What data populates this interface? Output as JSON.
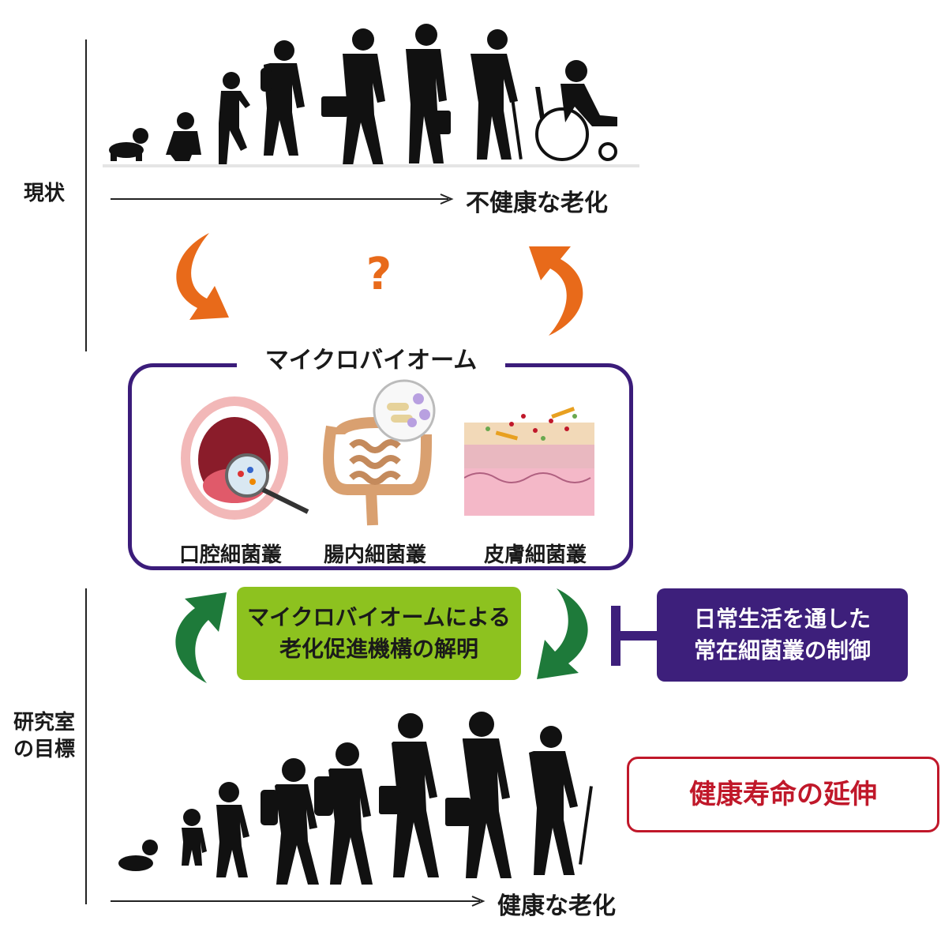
{
  "labels": {
    "current_state": "現状",
    "lab_goal": "研究室\nの目標",
    "unhealthy_aging": "不健康な老化",
    "healthy_aging": "健康な老化",
    "question": "?"
  },
  "microbiome": {
    "title": "マイクロバイオーム",
    "organs": [
      {
        "label": "口腔細菌叢",
        "icon": "mouth-icon"
      },
      {
        "label": "腸内細菌叢",
        "icon": "intestine-icon"
      },
      {
        "label": "皮膚細菌叢",
        "icon": "skin-icon"
      }
    ]
  },
  "boxes": {
    "mechanism_line1": "マイクロバイオームによる",
    "mechanism_line2": "老化促進機構の解明",
    "control_line1": "日常生活を通した",
    "control_line2": "常在細菌叢の制御",
    "healthspan": "健康寿命の延伸"
  },
  "colors": {
    "orange_arrow": "#e86a1a",
    "green_arrow": "#1e7a3a",
    "box_border": "#3b1c7a",
    "green_box": "#8dc21f",
    "purple_box": "#3d1f7b",
    "red": "#c0182a"
  }
}
